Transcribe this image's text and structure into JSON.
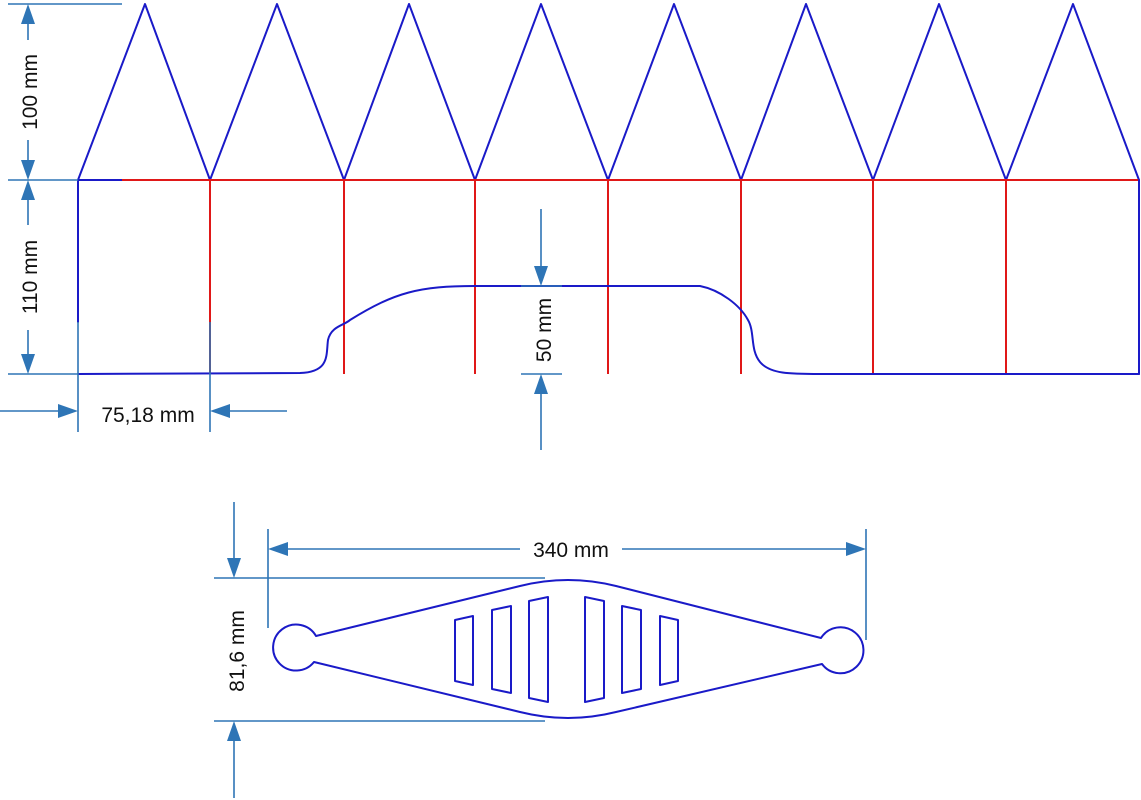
{
  "colors": {
    "outline": "#1a1ac8",
    "fold_lines": "#e01818",
    "dimension_lines": "#2e75b6",
    "text": "#111111",
    "background": "#ffffff"
  },
  "dimensions": {
    "triangle_height": "100 mm",
    "band_height": "110 mm",
    "panel_width": "75,18 mm",
    "cutout_height": "50 mm",
    "bottom_width": "340 mm",
    "bottom_height": "81,6 mm"
  }
}
